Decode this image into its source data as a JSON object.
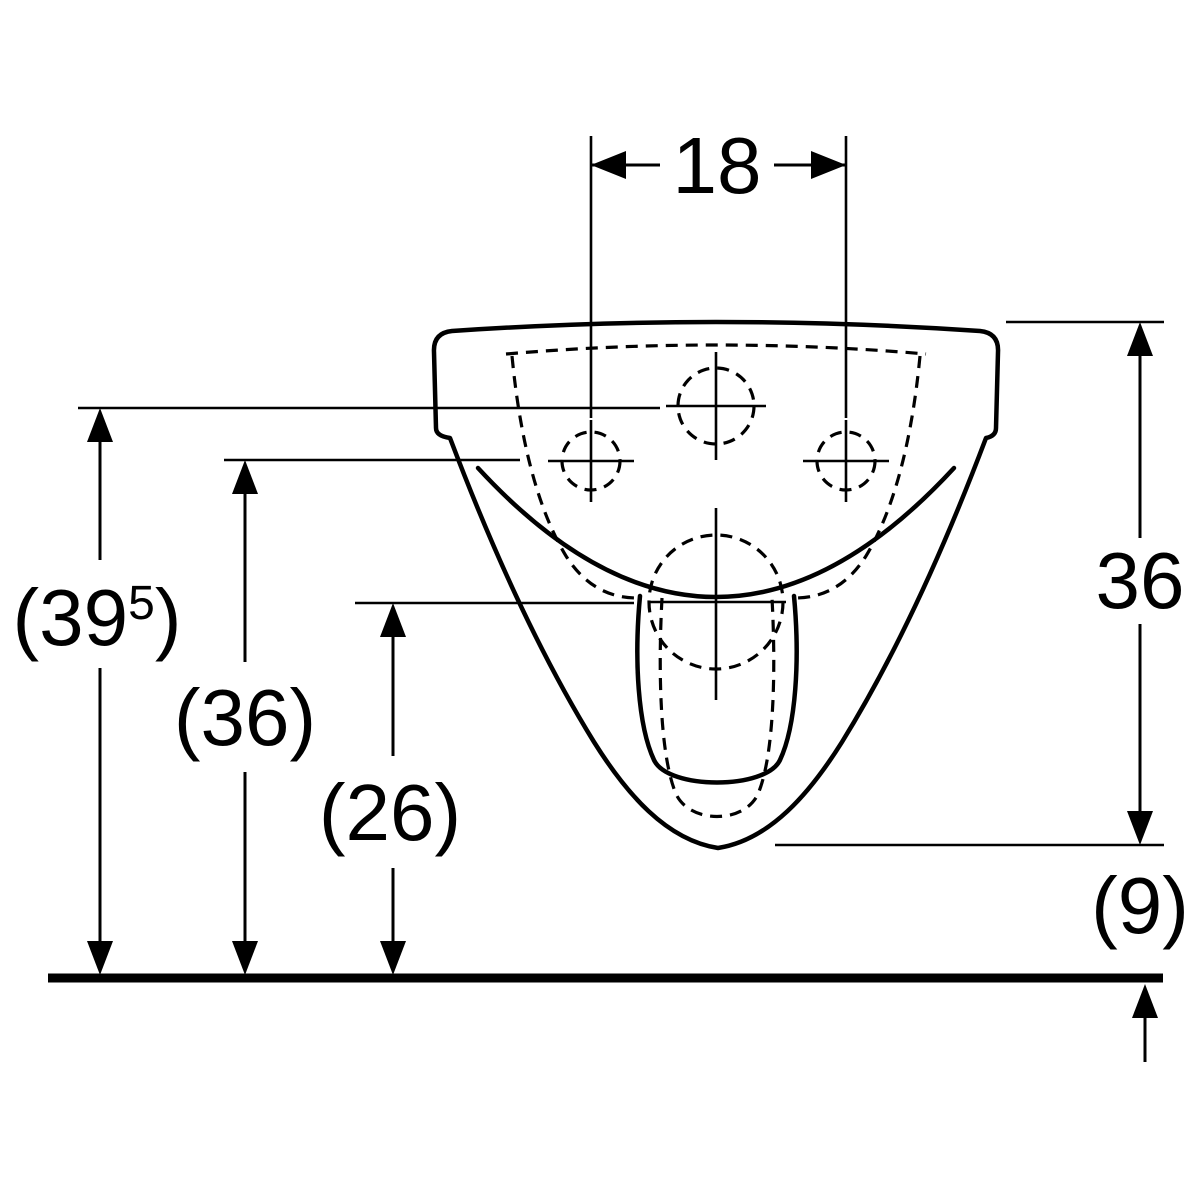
{
  "dimensions": {
    "hole_spacing": {
      "value": "18"
    },
    "height_to_center_hole": {
      "main": "(39",
      "sup": "5",
      "close": ")"
    },
    "height_to_side_holes": {
      "value": "(36)"
    },
    "height_to_outlet": {
      "value": "(26)"
    },
    "body_height": {
      "value": "36"
    },
    "clearance_below": {
      "value": "(9)"
    }
  },
  "colors": {
    "line": "#000000",
    "background": "#ffffff"
  }
}
